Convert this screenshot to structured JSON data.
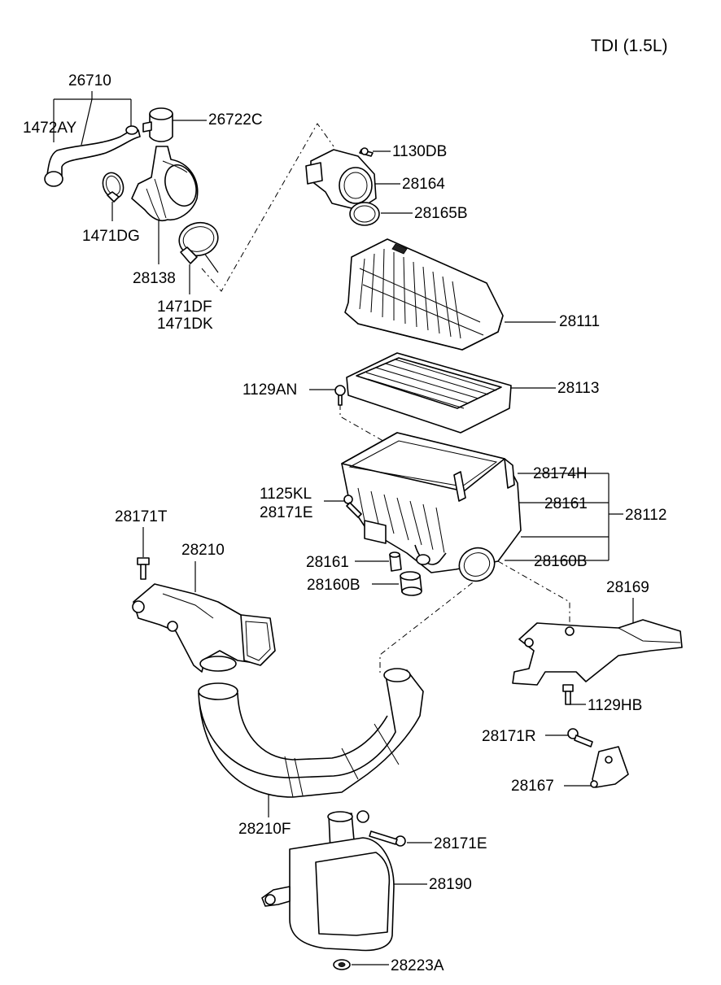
{
  "title": "TDI (1.5L)",
  "labels": {
    "p26710": "26710",
    "p1472AY": "1472AY",
    "p26722C": "26722C",
    "p1471DG": "1471DG",
    "p28138": "28138",
    "p1471DF": "1471DF",
    "p1471DK": "1471DK",
    "p1130DB": "1130DB",
    "p28164": "28164",
    "p28165B": "28165B",
    "p28111": "28111",
    "p1129AN": "1129AN",
    "p28113": "28113",
    "p28174H": "28174H",
    "p1125KL": "1125KL",
    "p28171E_a": "28171E",
    "p28161_a": "28161",
    "p28112": "28112",
    "p28171T": "28171T",
    "p28210": "28210",
    "p28161_b": "28161",
    "p28160B_a": "28160B",
    "p28160B_b": "28160B",
    "p28169": "28169",
    "p1129HB": "1129HB",
    "p28171R": "28171R",
    "p28167": "28167",
    "p28210F": "28210F",
    "p28171E_b": "28171E",
    "p28190": "28190",
    "p28223A": "28223A"
  }
}
